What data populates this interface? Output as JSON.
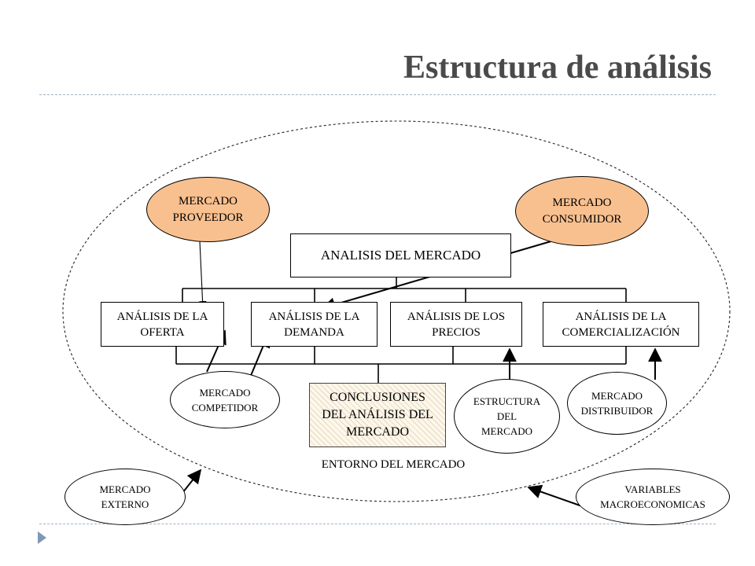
{
  "slide": {
    "title": "Estructura de análisis"
  },
  "diagram": {
    "root": "ANALISIS DEL MERCADO",
    "analyses": {
      "oferta": "ANÁLISIS DE LA\nOFERTA",
      "demanda": "ANÁLISIS DE LA\nDEMANDA",
      "precios": "ANÁLISIS DE LOS\nPRECIOS",
      "comercializacion": "ANÁLISIS DE LA\nCOMERCIALIZACIÓN"
    },
    "conclusiones": "CONCLUSIONES\nDEL ANÁLISIS DEL\nMERCADO",
    "markets": {
      "proveedor": "MERCADO\nPROVEEDOR",
      "consumidor": "MERCADO\nCONSUMIDOR",
      "competidor": "MERCADO\nCOMPETIDOR",
      "estructura": "ESTRUCTURA\nDEL\nMERCADO",
      "distribuidor": "MERCADO\nDISTRIBUIDOR",
      "externo": "MERCADO\nEXTERNO",
      "variables": "VARIABLES\nMACROECONOMICAS"
    },
    "entorno": "ENTORNO DEL MERCADO",
    "colors": {
      "orange_fill": "#f9c08f",
      "title_color": "#4a4a4a",
      "rule_color": "#9db3c8"
    }
  }
}
